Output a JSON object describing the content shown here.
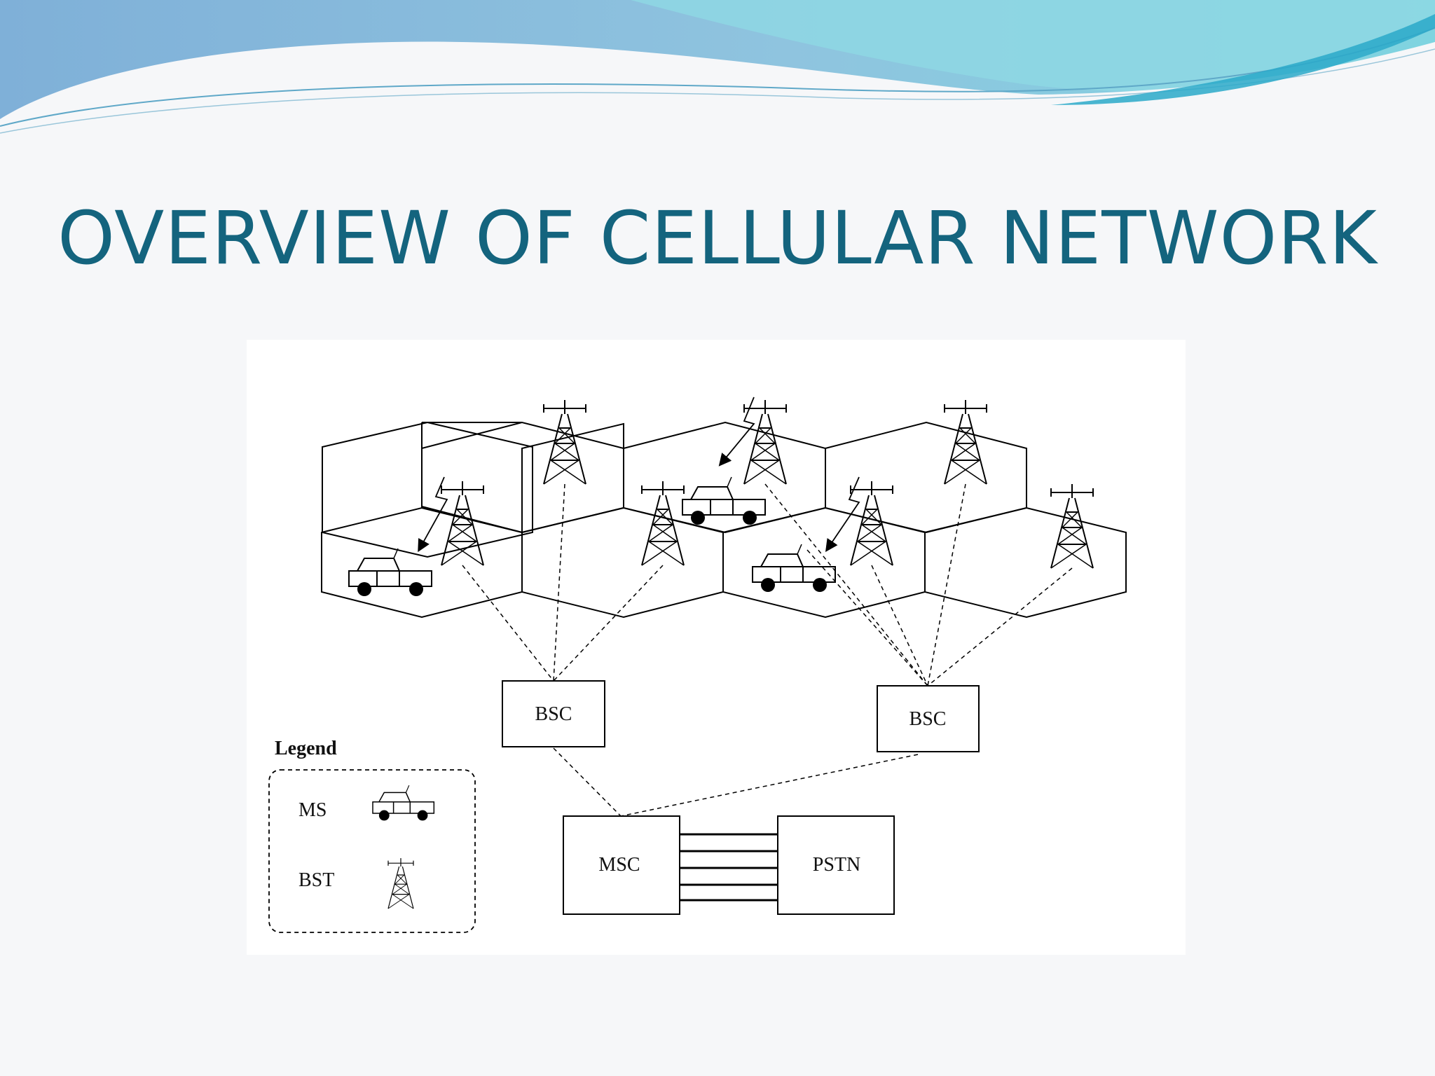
{
  "slide": {
    "title": "OVERVIEW OF CELLULAR NETWORK",
    "title_color": "#14647e",
    "header_colors": [
      "#7fb4d9",
      "#8ad6e2",
      "#2fb3cf"
    ]
  },
  "diagram": {
    "nodes": {
      "bsc_left": "BSC",
      "bsc_right": "BSC",
      "msc": "MSC",
      "pstn": "PSTN"
    },
    "legend": {
      "title": "Legend",
      "items": [
        {
          "label": "MS",
          "icon": "car-icon"
        },
        {
          "label": "BST",
          "icon": "tower-icon"
        }
      ]
    }
  }
}
